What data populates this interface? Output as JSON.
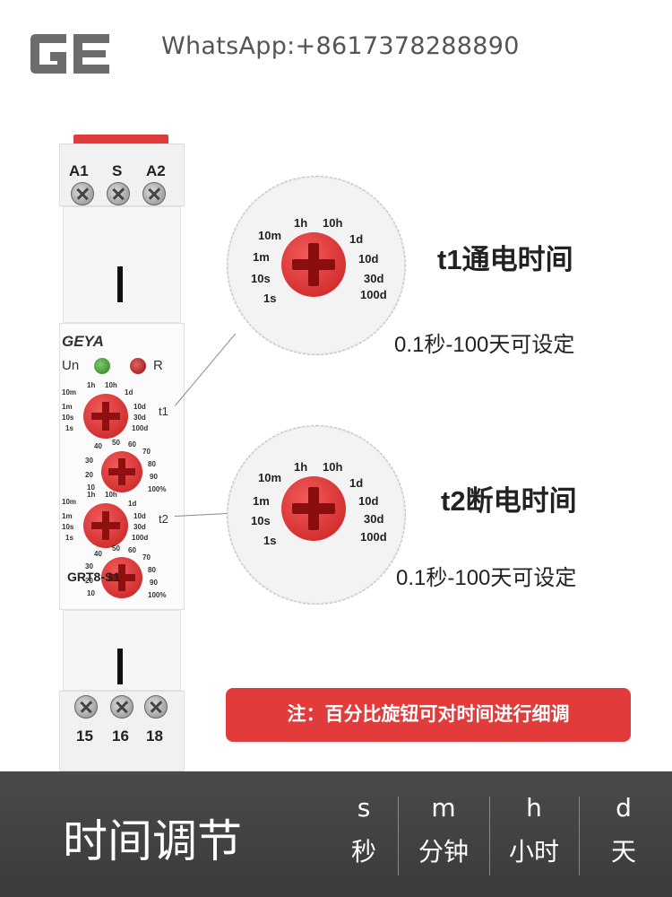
{
  "header": {
    "logo_text": "GE",
    "whatsapp": "WhatsApp:+8617378288890"
  },
  "device": {
    "terminals_top": [
      "A1",
      "S",
      "A2"
    ],
    "brand": "GEYA",
    "led_un": "Un",
    "led_r": "R",
    "knob_t1_label": "t1",
    "knob_t2_label": "t2",
    "time_scale": [
      "10m",
      "1h",
      "10h",
      "1d",
      "10d",
      "30d",
      "100d",
      "1m",
      "10s",
      "1s"
    ],
    "percent_scale": [
      "40",
      "50",
      "60",
      "70",
      "80",
      "90",
      "100%",
      "30",
      "20",
      "10"
    ],
    "model": "GRT8-S1",
    "terminals_bottom": [
      "15",
      "16",
      "18"
    ]
  },
  "zoom1": {
    "labels": [
      "10m",
      "1h",
      "10h",
      "1d",
      "1m",
      "10d",
      "10s",
      "30d",
      "1s",
      "100d"
    ],
    "title": "t1通电时间",
    "subtitle": "0.1秒-100天可设定"
  },
  "zoom2": {
    "labels": [
      "10m",
      "1h",
      "10h",
      "1d",
      "1m",
      "10d",
      "10s",
      "30d",
      "1s",
      "100d"
    ],
    "title": "t2断电时间",
    "subtitle": "0.1秒-100天可设定"
  },
  "note": "注：百分比旋钮可对时间进行细调",
  "bottom_bar": {
    "title": "时间调节",
    "units": [
      {
        "abbr": "s",
        "name": "秒"
      },
      {
        "abbr": "m",
        "name": "分钟"
      },
      {
        "abbr": "h",
        "name": "小时"
      },
      {
        "abbr": "d",
        "name": "天"
      }
    ]
  },
  "colors": {
    "accent_red": "#e13b3b",
    "bar_bg": "#404040"
  }
}
